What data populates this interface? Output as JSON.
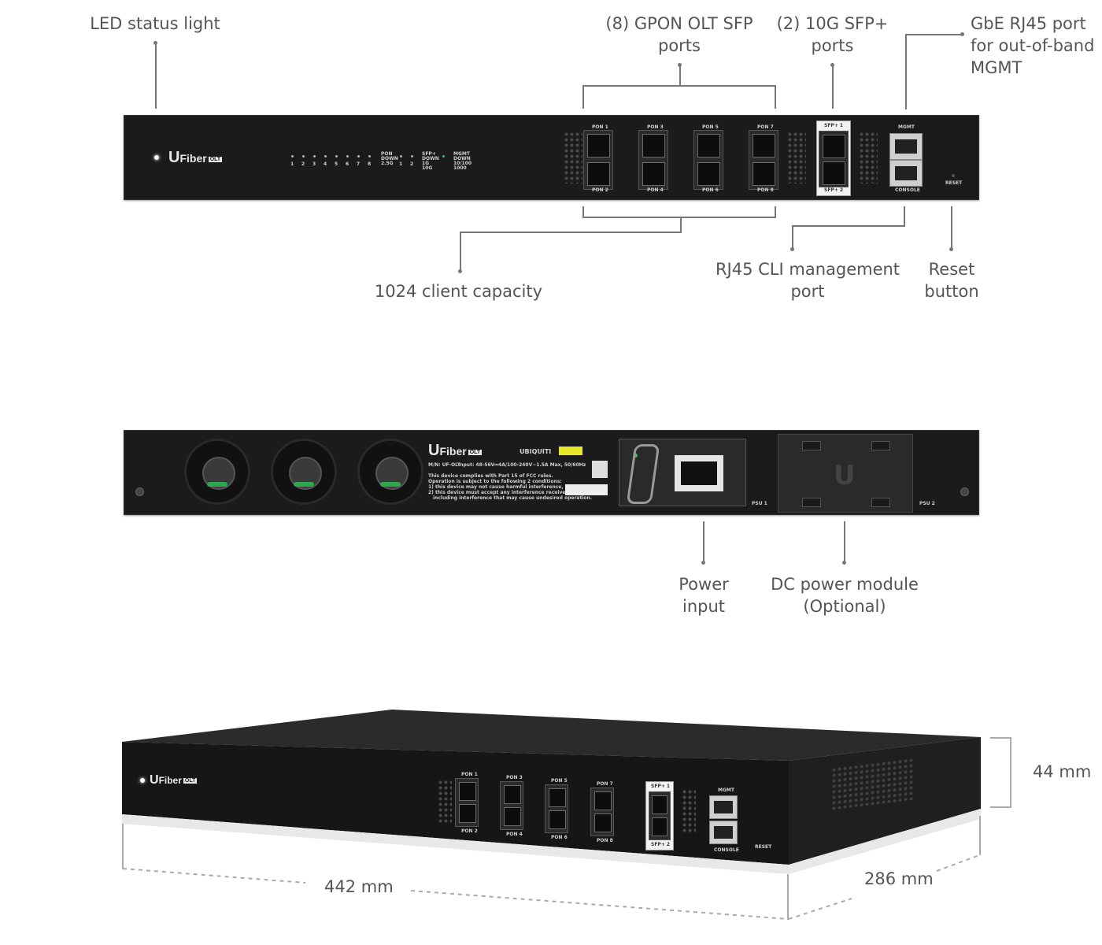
{
  "front_callouts": {
    "led": "LED status light",
    "gpon": [
      "(8) GPON OLT SFP",
      "ports"
    ],
    "sfp_plus": [
      "(2) 10G SFP+",
      "ports"
    ],
    "mgmt_port": [
      "GbE RJ45 port",
      "for out-of-band",
      "MGMT"
    ],
    "capacity": "1024 client capacity",
    "cli": [
      "RJ45 CLI management",
      "port"
    ],
    "reset": [
      "Reset",
      "button"
    ]
  },
  "rear_callouts": {
    "power": [
      "Power",
      "input"
    ],
    "dc": [
      "DC power module",
      "(Optional)"
    ]
  },
  "dimensions": {
    "width": "442 mm",
    "depth": "286 mm",
    "height": "44 mm"
  },
  "device": {
    "logo_main": "Fiber",
    "logo_badge": "OLT",
    "pon_top": [
      "PON 1",
      "PON 3",
      "PON 5",
      "PON 7"
    ],
    "pon_bottom": [
      "PON 2",
      "PON 4",
      "PON 6",
      "PON 8"
    ],
    "sfp_top": "SFP+ 1",
    "sfp_bottom": "SFP+ 2",
    "mgmt": "MGMT",
    "console": "CONSOLE",
    "reset": "RESET",
    "led_numbers": [
      "1",
      "2",
      "3",
      "4",
      "5",
      "6",
      "7",
      "8"
    ],
    "pon_legend": [
      "PON",
      "DOWN",
      "2.5G"
    ],
    "sfp_legend": [
      "SFP+",
      "DOWN",
      "1G",
      "10G"
    ],
    "mgmt_legend": [
      "MGMT",
      "DOWN",
      "10/100",
      "1000"
    ],
    "psu1": "PSU 1",
    "psu2": "PSU 2",
    "rear_brand": "UBIQUITI",
    "rear_model": "M/N: UF-OLT",
    "rear_input": "Input: 48-56V⎓4A/100-240V~1.5A Max, 50/60Hz",
    "fcc_text": [
      "This device complies with Part 15 of FCC rules.",
      "Operation is subject to the following 2 conditions:",
      "1) this device may not cause harmful interference, and",
      "2) this device must accept any interference received,",
      "including interference that may cause undesired operation."
    ]
  },
  "colors": {
    "chassis": "#1b1b1b",
    "callout_text": "#555555",
    "leader_line": "#777777",
    "fan_accent": "#2ea84f"
  }
}
